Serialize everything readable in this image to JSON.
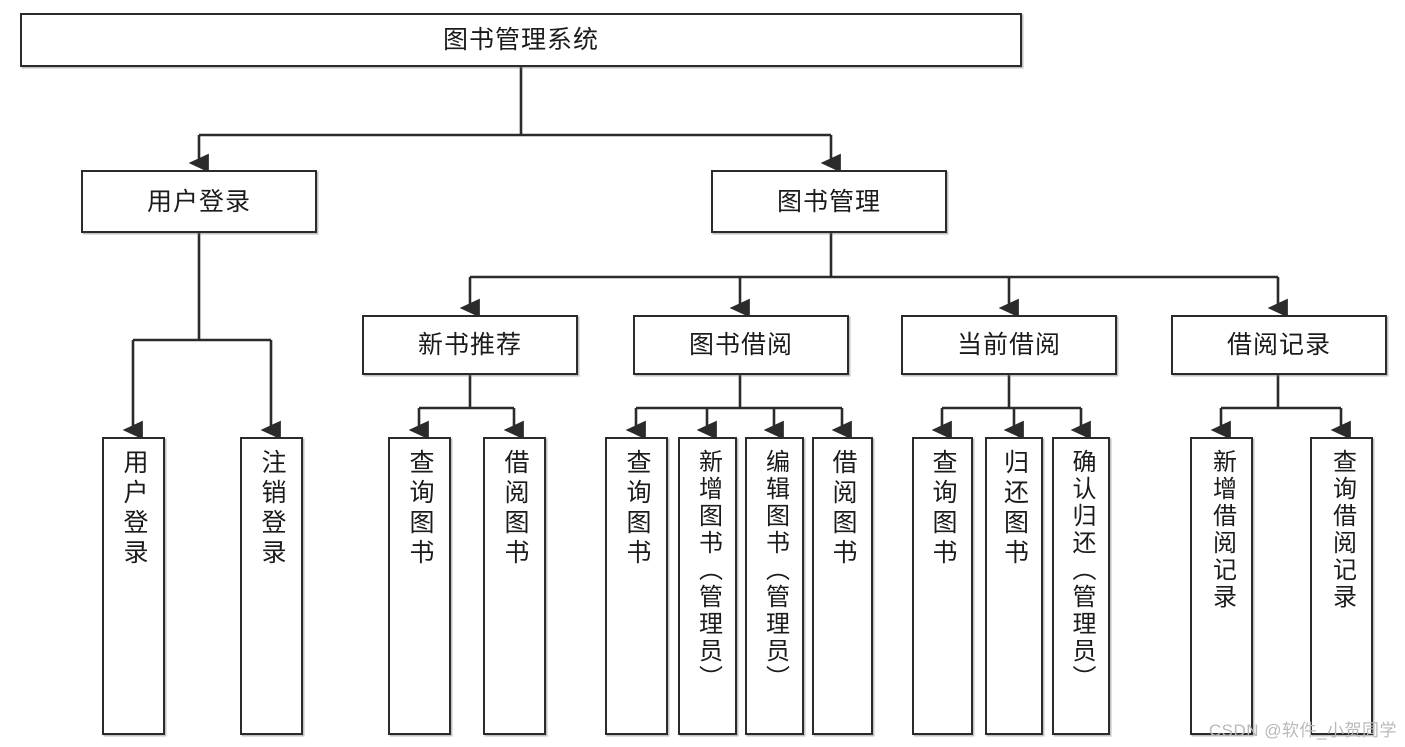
{
  "diagram": {
    "title": "图书管理系统",
    "levels": {
      "root": {
        "label": "图书管理系统"
      },
      "level2": [
        {
          "id": "user-login",
          "label": "用户登录"
        },
        {
          "id": "book-manage",
          "label": "图书管理"
        }
      ],
      "level3": [
        {
          "id": "new-book-recommend",
          "label": "新书推荐"
        },
        {
          "id": "book-borrow",
          "label": "图书借阅"
        },
        {
          "id": "current-borrow",
          "label": "当前借阅"
        },
        {
          "id": "borrow-record",
          "label": "借阅记录"
        }
      ],
      "leaves": [
        {
          "id": "leaf-user-login",
          "parent": "user-login",
          "label": "用户登录"
        },
        {
          "id": "leaf-logout",
          "parent": "user-login",
          "label": "注销登录"
        },
        {
          "id": "leaf-query-book-1",
          "parent": "new-book-recommend",
          "label": "查询图书"
        },
        {
          "id": "leaf-borrow-book-1",
          "parent": "new-book-recommend",
          "label": "借阅图书"
        },
        {
          "id": "leaf-query-book-2",
          "parent": "book-borrow",
          "label": "查询图书"
        },
        {
          "id": "leaf-add-book",
          "parent": "book-borrow",
          "label": "新增图书（管理员）"
        },
        {
          "id": "leaf-edit-book",
          "parent": "book-borrow",
          "label": "编辑图书（管理员）"
        },
        {
          "id": "leaf-borrow-book-2",
          "parent": "book-borrow",
          "label": "借阅图书"
        },
        {
          "id": "leaf-query-book-3",
          "parent": "current-borrow",
          "label": "查询图书"
        },
        {
          "id": "leaf-return-book",
          "parent": "current-borrow",
          "label": "归还图书"
        },
        {
          "id": "leaf-confirm-return",
          "parent": "current-borrow",
          "label": "确认归还（管理员）"
        },
        {
          "id": "leaf-add-record",
          "parent": "borrow-record",
          "label": "新增借阅记录"
        },
        {
          "id": "leaf-query-record",
          "parent": "borrow-record",
          "label": "查询借阅记录"
        }
      ]
    },
    "watermark": "CSDN @软件_小贺同学",
    "colors": {
      "node_border": "#2b2b2b",
      "node_fill": "#ffffff",
      "connector": "#2b2b2b",
      "text": "#1b1b1b",
      "watermark": "#b9b9b9",
      "background": "#ffffff"
    }
  }
}
